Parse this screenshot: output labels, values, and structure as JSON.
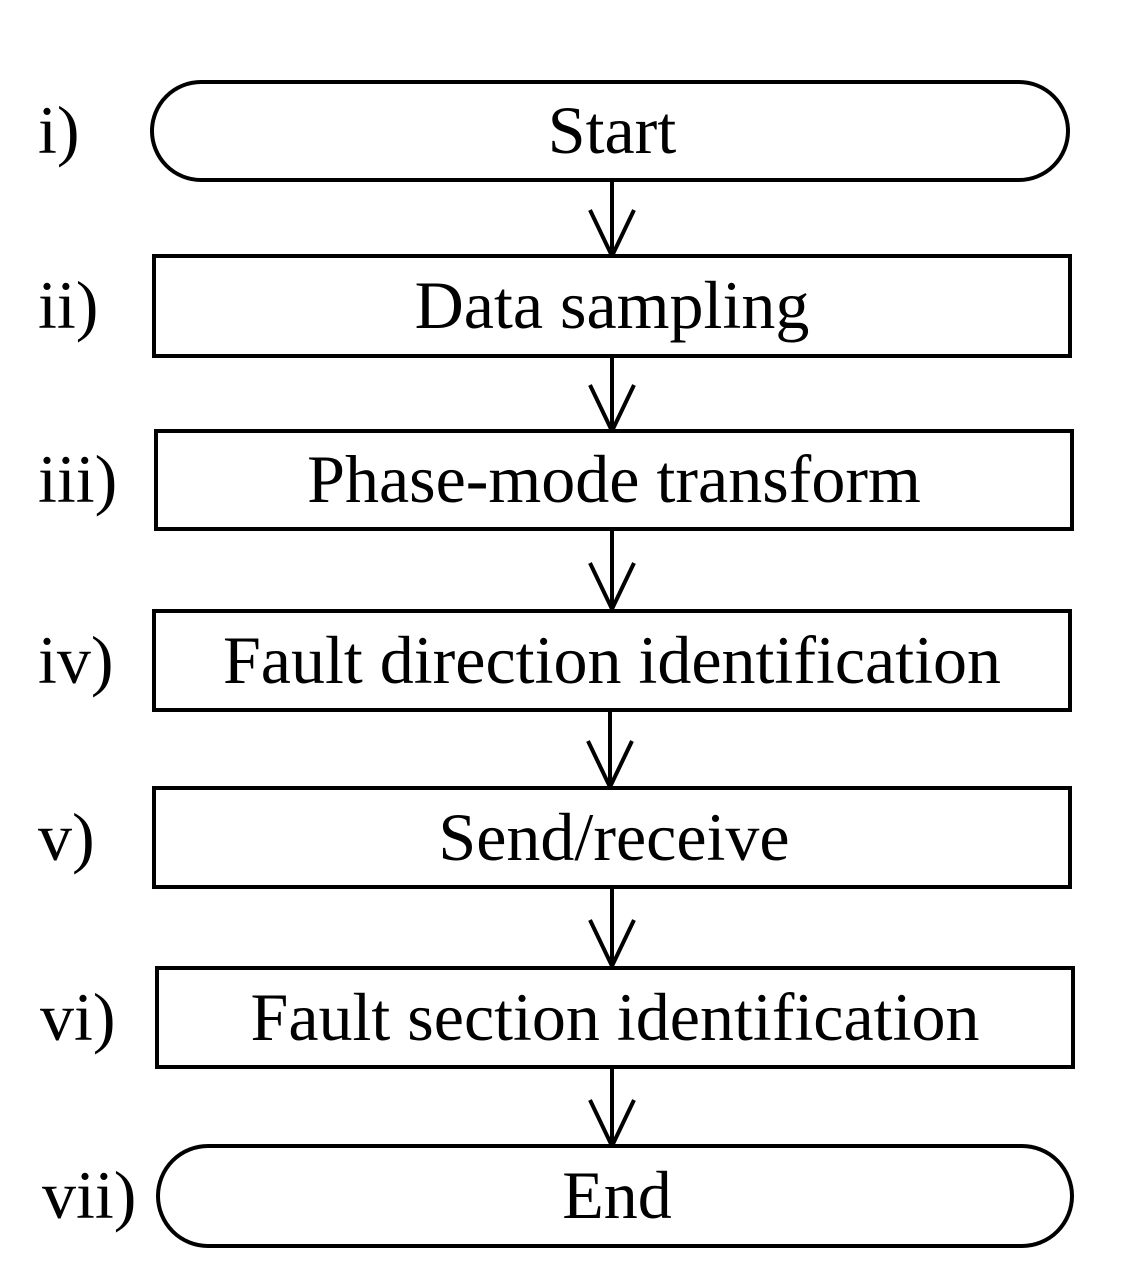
{
  "steps": [
    {
      "label": "i)",
      "text": "Start",
      "shape": "terminal"
    },
    {
      "label": "ii)",
      "text": "Data sampling",
      "shape": "process"
    },
    {
      "label": "iii)",
      "text": "Phase-mode transform",
      "shape": "process"
    },
    {
      "label": "iv)",
      "text": "Fault direction identification",
      "shape": "process"
    },
    {
      "label": "v)",
      "text": "Send/receive",
      "shape": "process"
    },
    {
      "label": "vi)",
      "text": "Fault section identification",
      "shape": "process"
    },
    {
      "label": "vii)",
      "text": "End",
      "shape": "terminal"
    }
  ]
}
